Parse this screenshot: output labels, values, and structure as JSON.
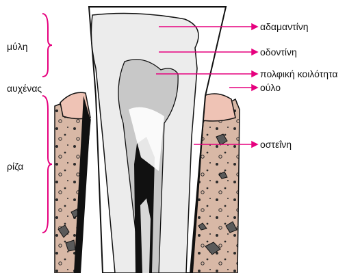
{
  "labels": {
    "crown": "μύλη",
    "neck": "αυχένας",
    "root": "ρίζα",
    "enamel": "αδαμαντίνη",
    "dentin": "οδοντίνη",
    "pulp": "πολφική κοιλότητα",
    "gum": "ούλο",
    "cementum": "οστεΐνη"
  },
  "colors": {
    "accent": "#e6007e",
    "bone": "#d9b9a7",
    "gum": "#efc3b5",
    "dentin": "#ececec",
    "pulp": "#c8c8c8",
    "dark": "#111111"
  }
}
